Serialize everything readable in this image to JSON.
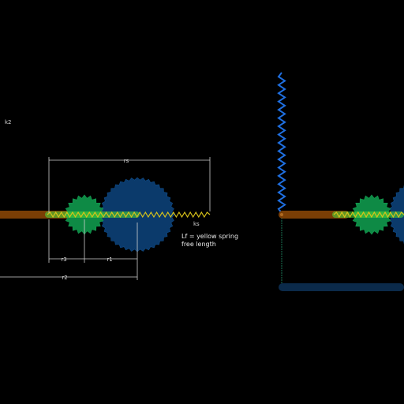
{
  "labels": {
    "k2": "k2",
    "rs": "rs",
    "ks": "ks",
    "r3": "r3",
    "r1": "r1",
    "r2": "r2"
  },
  "note": {
    "line1": "Lf = yellow spring",
    "line2": "free length"
  },
  "colors": {
    "background": "#000000",
    "rod": "#7a3e05",
    "small_gear": "#0e8a45",
    "large_gear": "#0b3a6b",
    "yellow_spring": "#d8c21a",
    "blue_spring": "#1f6fe0",
    "green_highlight": "#4ddc3a",
    "bottom_bar": "#0b2a4a",
    "dimension_lines": "#d0d0d0"
  }
}
